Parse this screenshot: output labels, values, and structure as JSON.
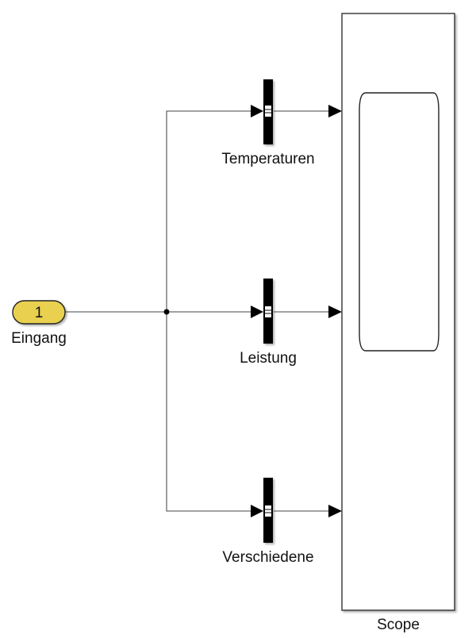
{
  "diagram": {
    "type": "simulink-block-diagram",
    "inport": {
      "number": "1",
      "label": "Eingang",
      "fill": "#e9d04f"
    },
    "bus_selectors": [
      {
        "label": "Temperaturen"
      },
      {
        "label": "Leistung"
      },
      {
        "label": "Verschiedene"
      }
    ],
    "scope": {
      "label": "Scope",
      "input_ports": 3
    },
    "colors": {
      "line": "#6b6b6b",
      "block": "#000000",
      "inport_fill": "#e9d04f"
    }
  }
}
